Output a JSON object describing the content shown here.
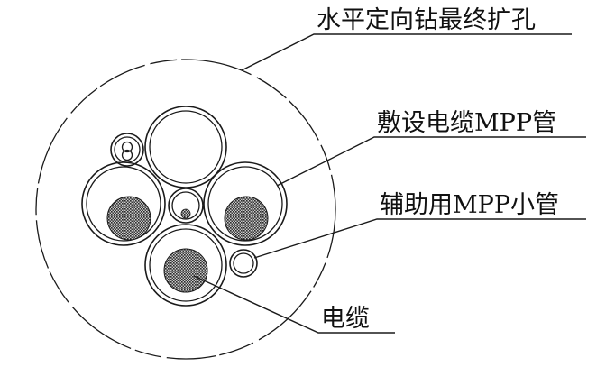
{
  "labels": {
    "borehole": "水平定向钻最终扩孔",
    "cable_pipe": "敷设电缆MPP管",
    "aux_pipe": "辅助用MPP小管",
    "cable": "电缆"
  },
  "colors": {
    "line": "#1a1a1a",
    "background": "#ffffff",
    "cable_hatch": "#2a2a2a"
  }
}
